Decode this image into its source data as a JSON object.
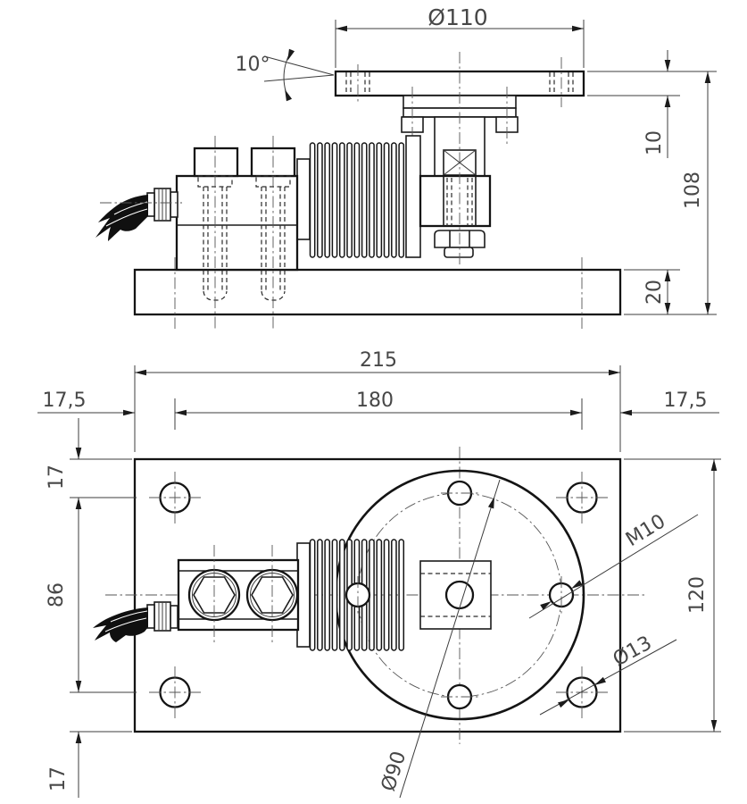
{
  "drawing": {
    "background": "#ffffff",
    "line_color": "#141414",
    "text_color": "#474747",
    "side_view": {
      "title": "side-elevation",
      "dims": {
        "top_plate_diameter": "Ø110",
        "plate_angle": "10°",
        "top_plate_thickness": "10",
        "overall_height": "108",
        "base_plate_thickness": "20"
      }
    },
    "plan_view": {
      "title": "top-plan",
      "dims": {
        "base_plate_length": "215",
        "hole_spacing_x": "180",
        "edge_margin_left": "17,5",
        "edge_margin_right": "17,5",
        "edge_margin_top": "17",
        "hole_spacing_y": "86",
        "edge_margin_bottom": "17",
        "base_plate_width": "120",
        "thread_callout": "M10",
        "anchor_hole_diameter": "Ø13",
        "bolt_circle_diameter": "Ø90"
      }
    }
  }
}
